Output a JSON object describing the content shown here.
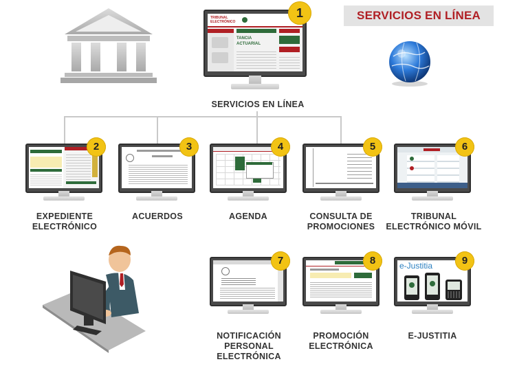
{
  "header": {
    "title": "SERVICIOS EN LÍNEA"
  },
  "main_node": {
    "number": "1",
    "label": "SERVICIOS EN LÍNEA",
    "screen_header": "TRIBUNAL ELECTRÓNICO",
    "screen_banner": "TANCIA ACTUARIAL"
  },
  "services_row1": [
    {
      "number": "2",
      "label_lines": [
        "EXPEDIENTE",
        "ELECTRÓNICO"
      ]
    },
    {
      "number": "3",
      "label_lines": [
        "ACUERDOS"
      ]
    },
    {
      "number": "4",
      "label_lines": [
        "AGENDA"
      ]
    },
    {
      "number": "5",
      "label_lines": [
        "CONSULTA DE",
        "PROMOCIONES"
      ]
    },
    {
      "number": "6",
      "label_lines": [
        "TRIBUNAL",
        "ELECTRÓNICO MÓVIL"
      ]
    }
  ],
  "services_row2": [
    {
      "number": "7",
      "label_lines": [
        "NOTIFICACIÓN",
        "PERSONAL",
        "ELECTRÓNICA"
      ]
    },
    {
      "number": "8",
      "label_lines": [
        "PROMOCIÓN",
        "ELECTRÓNICA"
      ]
    },
    {
      "number": "9",
      "label_lines": [
        "E-JUSTITIA"
      ],
      "screen_title": "e-Justitia"
    }
  ],
  "colors": {
    "accent_red": "#b01f24",
    "badge_yellow": "#f2c314",
    "screen_green": "#2e6b3a",
    "label_gray": "#333333"
  },
  "icons": [
    "courthouse-icon",
    "globe-icon",
    "user-at-computer-icon"
  ]
}
